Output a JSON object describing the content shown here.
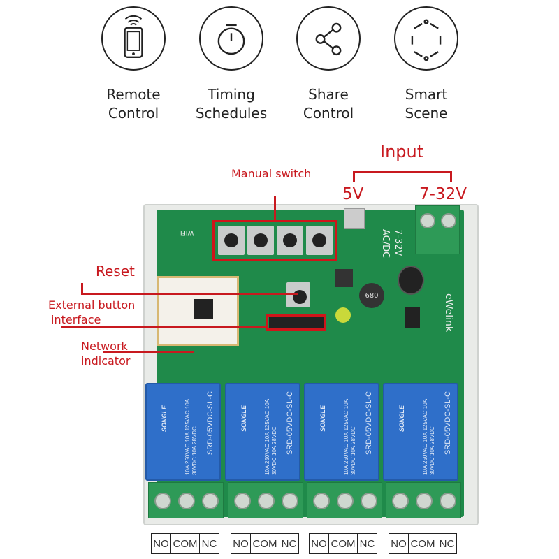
{
  "features": [
    {
      "icon": "remote-control-icon",
      "line1": "Remote",
      "line2": "Control"
    },
    {
      "icon": "timer-icon",
      "line1": "Timing",
      "line2": "Schedules"
    },
    {
      "icon": "share-icon",
      "line1": "Share",
      "line2": "Control"
    },
    {
      "icon": "smart-scene-icon",
      "line1": "Smart",
      "line2": "Scene"
    }
  ],
  "annotations": {
    "input": "Input",
    "v5": "5V",
    "v732": "7-32V",
    "manual_switch": "Manual switch",
    "reset": "Reset",
    "external_button_1": "External button",
    "external_button_2": "interface",
    "network_1": "Network",
    "network_2": "indicator"
  },
  "board": {
    "wifi": "WIFI",
    "acdc": "AC/DC",
    "range": "7-32V",
    "brand": "eWelink",
    "inductor": "680",
    "relay_text": "SRD-05VDC-SL-C",
    "relay_ratings": "10A 250VAC 10A 125VAC 10A 30VDC 10A 28VDC",
    "relay_brand": "SONGLE"
  },
  "terminals": [
    [
      "NO",
      "COM",
      "NC"
    ],
    [
      "NO",
      "COM",
      "NC"
    ],
    [
      "NO",
      "COM",
      "NC"
    ],
    [
      "NO",
      "COM",
      "NC"
    ]
  ],
  "colors": {
    "annotation": "#c8191f",
    "pcb": "#1f8a4a",
    "relay": "#2f6fc9"
  }
}
